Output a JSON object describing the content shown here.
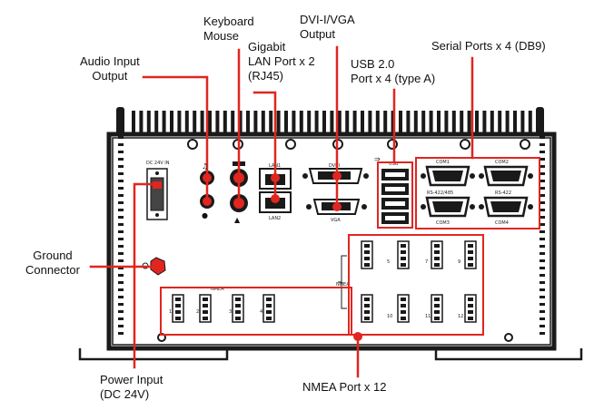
{
  "labels": {
    "keyboard_mouse": "Keyboard\nMouse",
    "dvi_vga": "DVI-I/VGA\nOutput",
    "gigabit_lan": "Gigabit\nLAN Port x 2\n(RJ45)",
    "usb": "USB 2.0\nPort x 4 (type A)",
    "serial": "Serial Ports x 4 (DB9)",
    "audio": "Audio Input\nOutput",
    "ground": "Ground\nConnector",
    "power": "Power Input\n(DC 24V)",
    "nmea": "NMEA Port x 12"
  },
  "panel": {
    "dc_in": "DC 24V IN",
    "lan1": "LAN1",
    "lan2": "LAN2",
    "dvi": "DVI-I",
    "vga": "VGA",
    "usb": "USB",
    "com1": "COM1",
    "com2": "COM2",
    "com3": "COM3",
    "com4": "COM4",
    "rs422": "RS-422",
    "rs422_485": "RS-422/485",
    "nmea_left": "NMEA",
    "nmea_right": "NMEA",
    "nmea_right_nums": [
      "5",
      "7",
      "9",
      "10",
      "11",
      "12"
    ],
    "nmea_left_nums": [
      "1",
      "2",
      "3",
      "4"
    ]
  },
  "colors": {
    "accent": "#e0261f",
    "outline": "#1a1a1a"
  }
}
